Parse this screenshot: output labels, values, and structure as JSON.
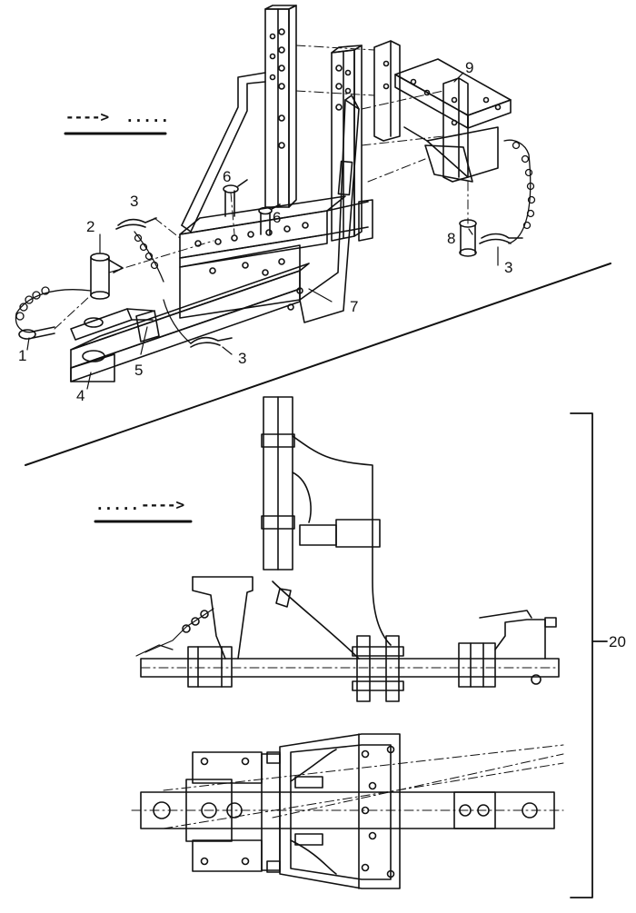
{
  "top_view": {
    "legend": {
      "dash_arrow": "---->",
      "dots": "....."
    },
    "callouts": [
      {
        "id": "c1",
        "label": "1"
      },
      {
        "id": "c2",
        "label": "2"
      },
      {
        "id": "c3a",
        "label": "3"
      },
      {
        "id": "c3b",
        "label": "3"
      },
      {
        "id": "c3c",
        "label": "3"
      },
      {
        "id": "c4",
        "label": "4"
      },
      {
        "id": "c5",
        "label": "5"
      },
      {
        "id": "c6a",
        "label": "6"
      },
      {
        "id": "c6b",
        "label": "6"
      },
      {
        "id": "c7",
        "label": "7"
      },
      {
        "id": "c8",
        "label": "8"
      },
      {
        "id": "c9",
        "label": "9"
      }
    ]
  },
  "bottom_view": {
    "legend": {
      "dots": ".....",
      "dash_arrow": "---->"
    },
    "bracket_label": "20"
  }
}
